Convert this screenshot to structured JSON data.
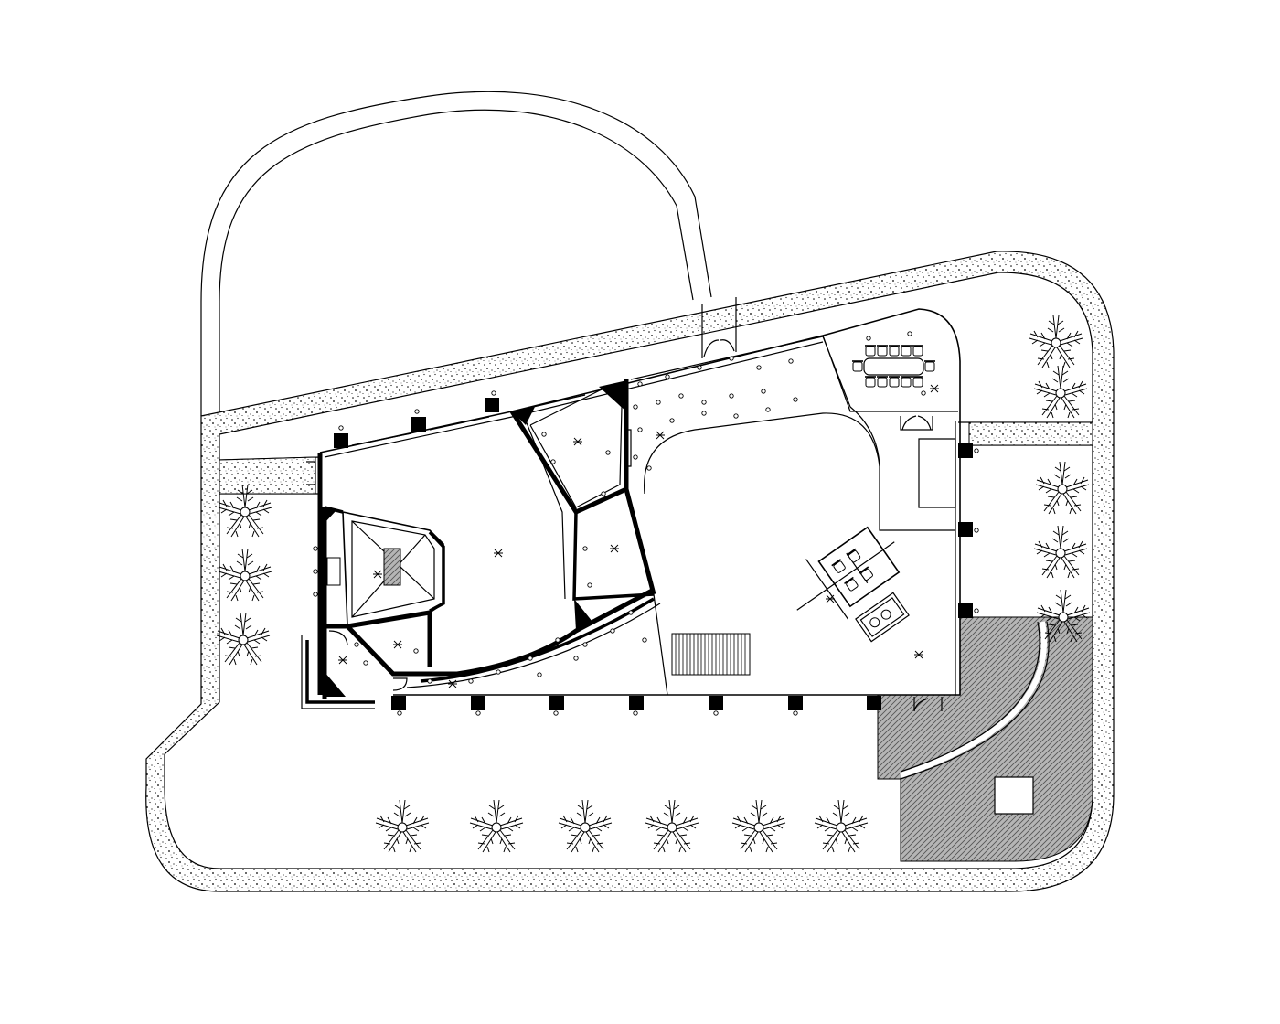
{
  "drawing": {
    "type": "architectural floor plan",
    "colors": {
      "line": "#000000",
      "background": "#ffffff",
      "paving": "#9a9a9a"
    },
    "site": {
      "palm_groups": [
        "west-garden",
        "south-garden",
        "east-garden"
      ]
    },
    "symbols": [
      "column-icon",
      "light-fixture-icon",
      "palm-tree-icon",
      "door-swing-icon",
      "stair-icon",
      "conference-table-icon",
      "office-chair-icon",
      "sofa-icon",
      "ceiling-lamp-icon"
    ]
  }
}
